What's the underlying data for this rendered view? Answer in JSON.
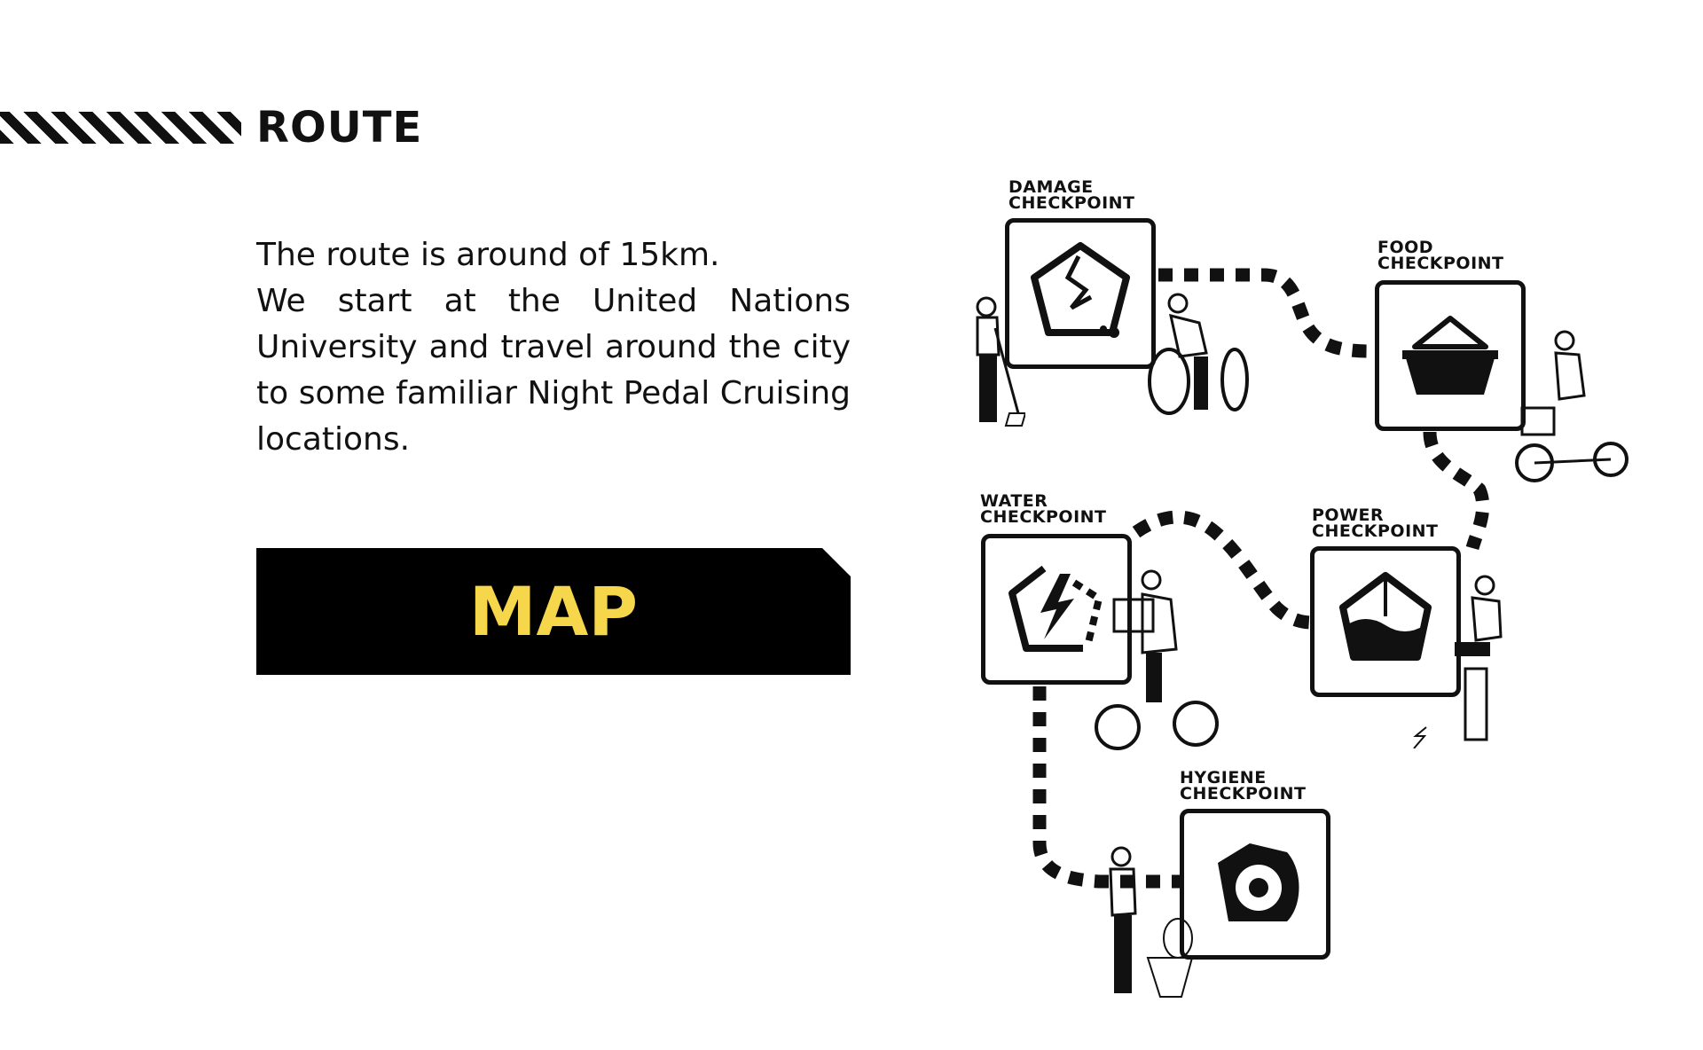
{
  "header": {
    "title": "ROUTE"
  },
  "description": {
    "line1": "The route is around of 15km.",
    "line2": "We start at the United Nations University and travel around the city to some familiar Night Pedal Cruising locations."
  },
  "map_button": {
    "label": "MAP"
  },
  "checkpoints": [
    {
      "line1": "DAMAGE",
      "line2": "CHECKPOINT",
      "icon": "cracked-pentagon-icon"
    },
    {
      "line1": "FOOD",
      "line2": "CHECKPOINT",
      "icon": "food-bowl-icon"
    },
    {
      "line1": "WATER",
      "line2": "CHECKPOINT",
      "icon": "lightning-pentagon-icon"
    },
    {
      "line1": "POWER",
      "line2": "CHECKPOINT",
      "icon": "water-drop-pentagon-icon"
    },
    {
      "line1": "HYGIENE",
      "line2": "CHECKPOINT",
      "icon": "toilet-paper-icon"
    }
  ],
  "colors": {
    "accent": "#f6d64a",
    "ink": "#111111",
    "background": "#ffffff"
  }
}
